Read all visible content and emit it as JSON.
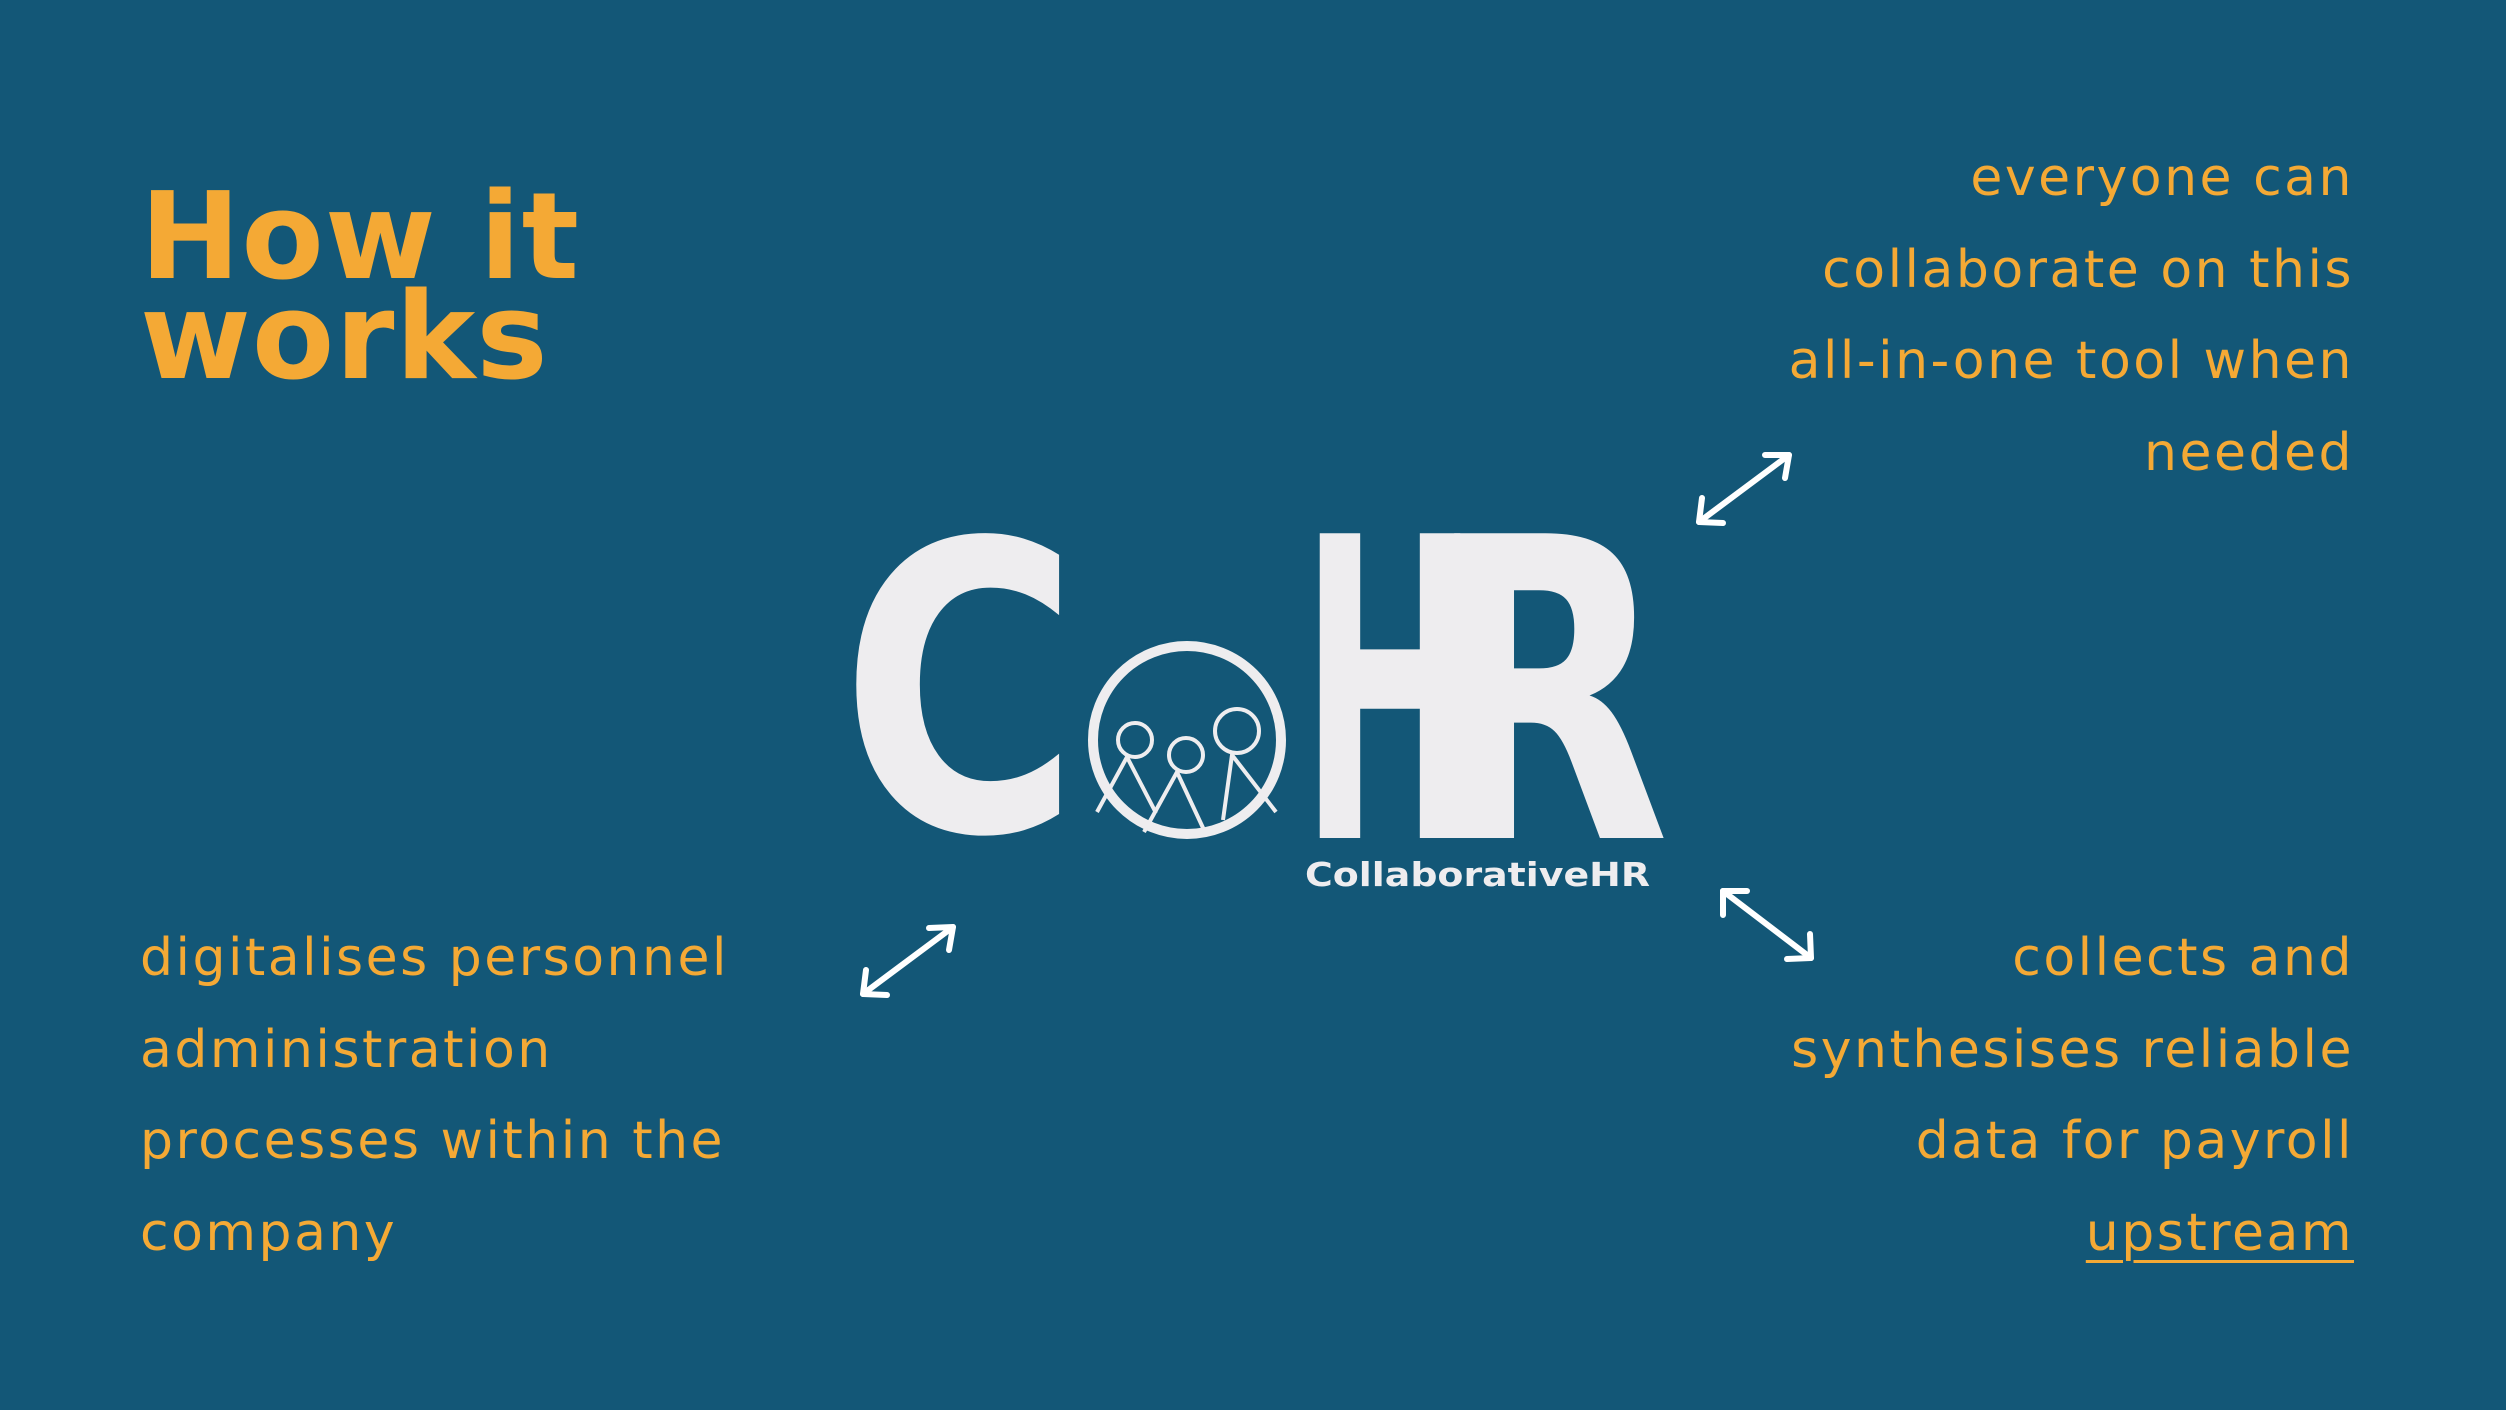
{
  "title": {
    "line1": "How it",
    "line2": "works"
  },
  "logo": {
    "letters": {
      "c": "C",
      "h": "H",
      "r": "R"
    },
    "wordmark": "CollaborativeHR"
  },
  "captions": {
    "top_right": [
      "everyone can",
      "collaborate on this",
      "all-in-one tool when",
      "needed"
    ],
    "bottom_left": [
      "digitalises personnel",
      "administration",
      "processes within the",
      "company"
    ],
    "bottom_right": [
      "collects and",
      "synthesises reliable",
      "data for payroll",
      "upstream"
    ]
  },
  "colors": {
    "background": "#135777",
    "accent": "#F4A935",
    "logo": "#EEEDEF",
    "arrow": "#FFFFFF"
  },
  "icons": {
    "arrows": "double-headed-arrow",
    "logo_mark": "people-circle-icon"
  }
}
